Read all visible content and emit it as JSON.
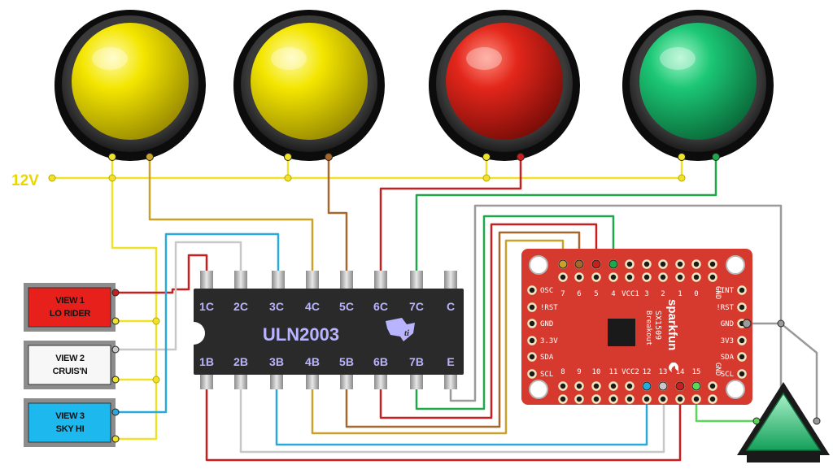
{
  "supply_label": "12V",
  "lamps": [
    {
      "id": "lamp-1",
      "color": "#f2e600"
    },
    {
      "id": "lamp-2",
      "color": "#f2e600"
    },
    {
      "id": "lamp-3",
      "color": "#e0271c"
    },
    {
      "id": "lamp-4",
      "color": "#19c474"
    }
  ],
  "buttons": [
    {
      "line1": "VIEW 1",
      "line2": "LO RIDER",
      "bg": "#e8201c",
      "fg": "#111111"
    },
    {
      "line1": "VIEW 2",
      "line2": "CRUIS'N",
      "bg": "#f7f7f7",
      "fg": "#111111"
    },
    {
      "line1": "VIEW 3",
      "line2": "SKY HI",
      "bg": "#1cb8ee",
      "fg": "#111111"
    }
  ],
  "chip": {
    "name": "ULN2003",
    "top_pins": [
      "1C",
      "2C",
      "3C",
      "4C",
      "5C",
      "6C",
      "7C",
      "C"
    ],
    "bottom_pins": [
      "1B",
      "2B",
      "3B",
      "4B",
      "5B",
      "6B",
      "7B",
      "E"
    ]
  },
  "board": {
    "brand": "sparkfun",
    "model": "SX1509",
    "subtitle": "Breakout",
    "top_labels": [
      "7",
      "6",
      "5",
      "4",
      "VCC1",
      "3",
      "2",
      "1",
      "0"
    ],
    "bottom_labels": [
      "8",
      "9",
      "10",
      "11",
      "VCC2",
      "12",
      "13",
      "14",
      "15"
    ],
    "left_labels": [
      "OSC",
      "!RST",
      "GND",
      "3.3V",
      "SDA",
      "SCL"
    ],
    "right_labels": [
      "!INT",
      "!RST",
      "GND",
      "3V3",
      "SDA",
      "SCL"
    ],
    "gnd_top": "GND",
    "gnd_bottom": "GND"
  },
  "colors": {
    "yellow_wire": "#f0e22a",
    "mustard_wire": "#c8a22a",
    "brown_wire": "#a5672b",
    "red_wire": "#c81e1e",
    "green_wire": "#1ea84a",
    "blue_wire": "#2aaadc",
    "gray_wire": "#9a9a9a",
    "light_gray_wire": "#c8c8c8",
    "lime_wire": "#5bd65b",
    "board_red": "#d63a2e",
    "chip_body": "#2a2a2a"
  }
}
